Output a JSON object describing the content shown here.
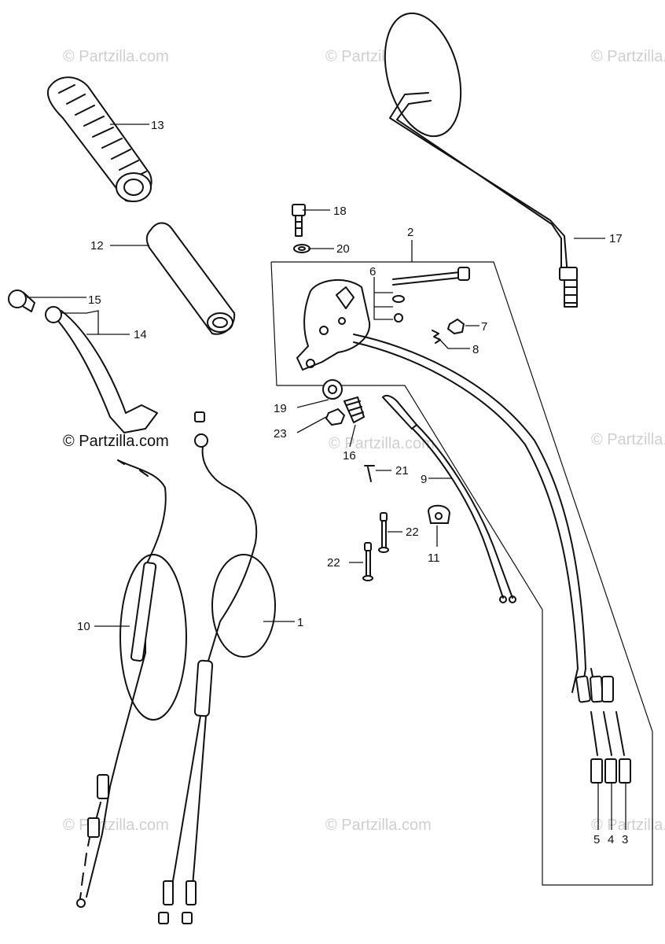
{
  "watermarks": {
    "light": "© Partzilla.com",
    "dark": "© Partzilla.com"
  },
  "callouts": {
    "c1": "1",
    "c2": "2",
    "c3": "3",
    "c4": "4",
    "c5": "5",
    "c6": "6",
    "c7": "7",
    "c8": "8",
    "c9": "9",
    "c10": "10",
    "c11": "11",
    "c12": "12",
    "c13": "13",
    "c14": "14",
    "c15": "15",
    "c16": "16",
    "c17": "17",
    "c18": "18",
    "c19": "19",
    "c20": "20",
    "c21": "21",
    "c22a": "22",
    "c22b": "22",
    "c23": "23"
  },
  "colors": {
    "line": "#111111",
    "watermark": "#cfcfcf",
    "background": "#ffffff"
  }
}
